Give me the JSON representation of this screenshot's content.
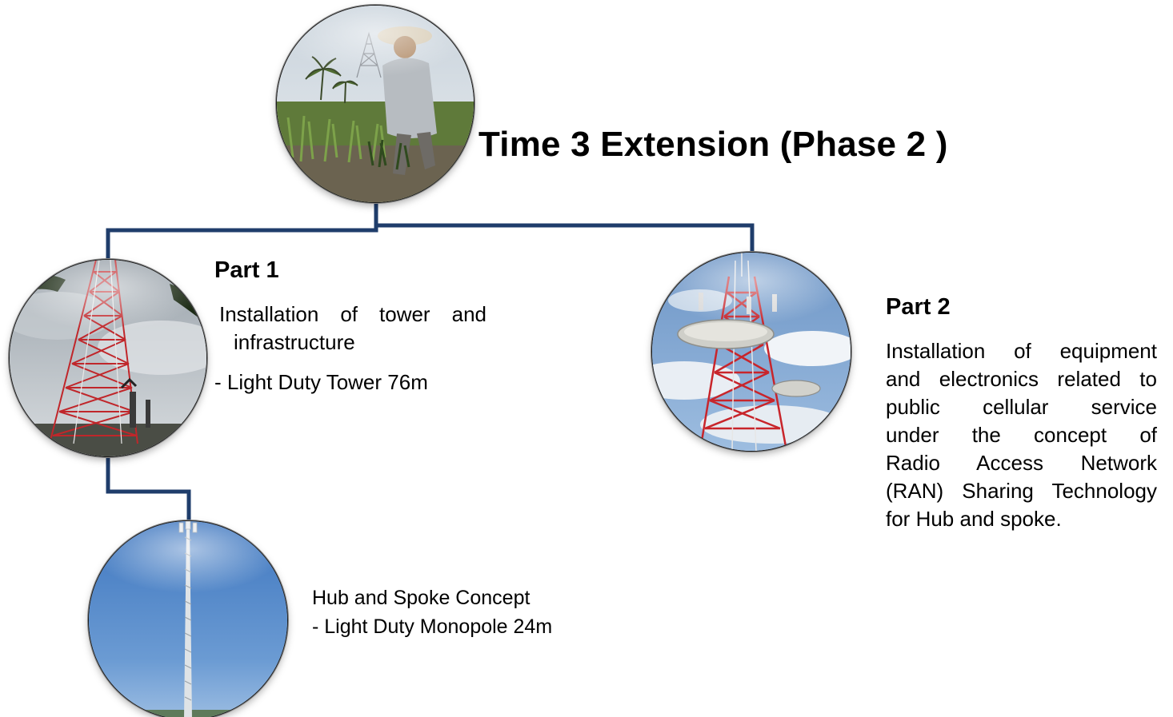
{
  "title": "Time 3 Extension (Phase 2 )",
  "part1": {
    "heading": "Part 1",
    "description_line1": "Installation  of  tower  and",
    "description_line2": "infrastructure",
    "item": "- Light Duty  Tower 76m"
  },
  "part2": {
    "heading": "Part 2",
    "lines": [
      "Installation  of  equipment",
      "and electronics related to",
      "public    cellular    service",
      "under   the   concept   of",
      "Radio    Access    Network",
      "(RAN) Sharing Technology",
      "for Hub and spoke."
    ]
  },
  "hub": {
    "line1": "Hub and Spoke Concept",
    "line2": "- Light Duty Monopole 24m"
  },
  "colors": {
    "connector": "#1f3d6b",
    "text": "#000000",
    "background": "#ffffff"
  },
  "photos": {
    "top": "photo-farmer-with-tower",
    "part1": "photo-lattice-tower",
    "part2": "photo-antenna-tower",
    "hub": "photo-monopole"
  }
}
